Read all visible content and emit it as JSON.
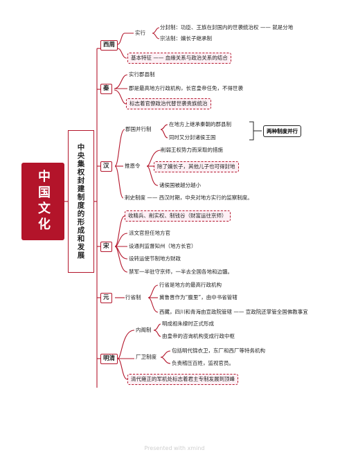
{
  "root": {
    "title": "中国文化"
  },
  "subject": {
    "title": "中央集权封建制度的形成和发展"
  },
  "xizhou": {
    "name": "西周",
    "shixing": "实行",
    "fenfeng": "分封制：功臣、王族在封国内的世袭统治权 —— 就是分地",
    "zongfa": "宗法制：嫡长子继承制",
    "jiben": "基本特征 —— 血缘关系与政治关系的结合"
  },
  "qin": {
    "name": "秦",
    "junxian": "实行郡县制",
    "county": "郡是最高地方行政机构，长官皇帝任免，不得世袭",
    "biaozhi": "标志着官僚政治代替世袭贵族统治"
  },
  "han": {
    "name": "汉",
    "junguo": "郡国并行制",
    "difang": "在地方上继承秦朝的郡县制",
    "tongshi": "同时又分封诸侯王国",
    "liangzhong": "两种制度并行",
    "tuienling": "推恩令",
    "xueruo": "削弱王权势力而采取的措施",
    "chule": "除了嫡长子，其他儿子也可得封地",
    "zhuhou": "诸侯国被越分越小",
    "cishi": "刺史制度 —— 西汉时期，中央对地方实行的监察制度。"
  },
  "song": {
    "name": "宋",
    "shoujing": "收精兵、削实权、制钱谷（财富运往京师）",
    "wenchen": "派文官担任地方官",
    "tongpan": "设通判监督知州（地方长官）",
    "zhuanyun": "设转运使节制地方财政",
    "jinjun": "禁军一半驻守京师，一半去全国各地和边疆。"
  },
  "yuan": {
    "name": "元",
    "xingsheng": "行省制",
    "zuigao": "行省是地方的最高行政机构",
    "fuli": "冀鲁晋作为“腹里”，由中书省管辖",
    "xizang": "西藏，四川和青海由宣政院管辖 —— 宣政院还掌管全国佛教事宜"
  },
  "mingqing": {
    "name": "明清",
    "neige": "内阁制",
    "mingcheng": "明成祖朱棣时正式形成",
    "youhuangdi": "由皇帝的咨询机构变成行政中枢",
    "changwei": "厂卫制度",
    "baokuo": "包括明代锦衣卫，东厂和西厂等特务机构",
    "fuze": "负责稽压百姓，监视官员。",
    "junjichu": "清代雍正的军机处标志着君主专制发展到顶峰"
  },
  "footer": "Presented with xmind",
  "colors": {
    "accent": "#b3142a",
    "highlight_bg": "#fdf0f5",
    "line": "#b3142a"
  }
}
